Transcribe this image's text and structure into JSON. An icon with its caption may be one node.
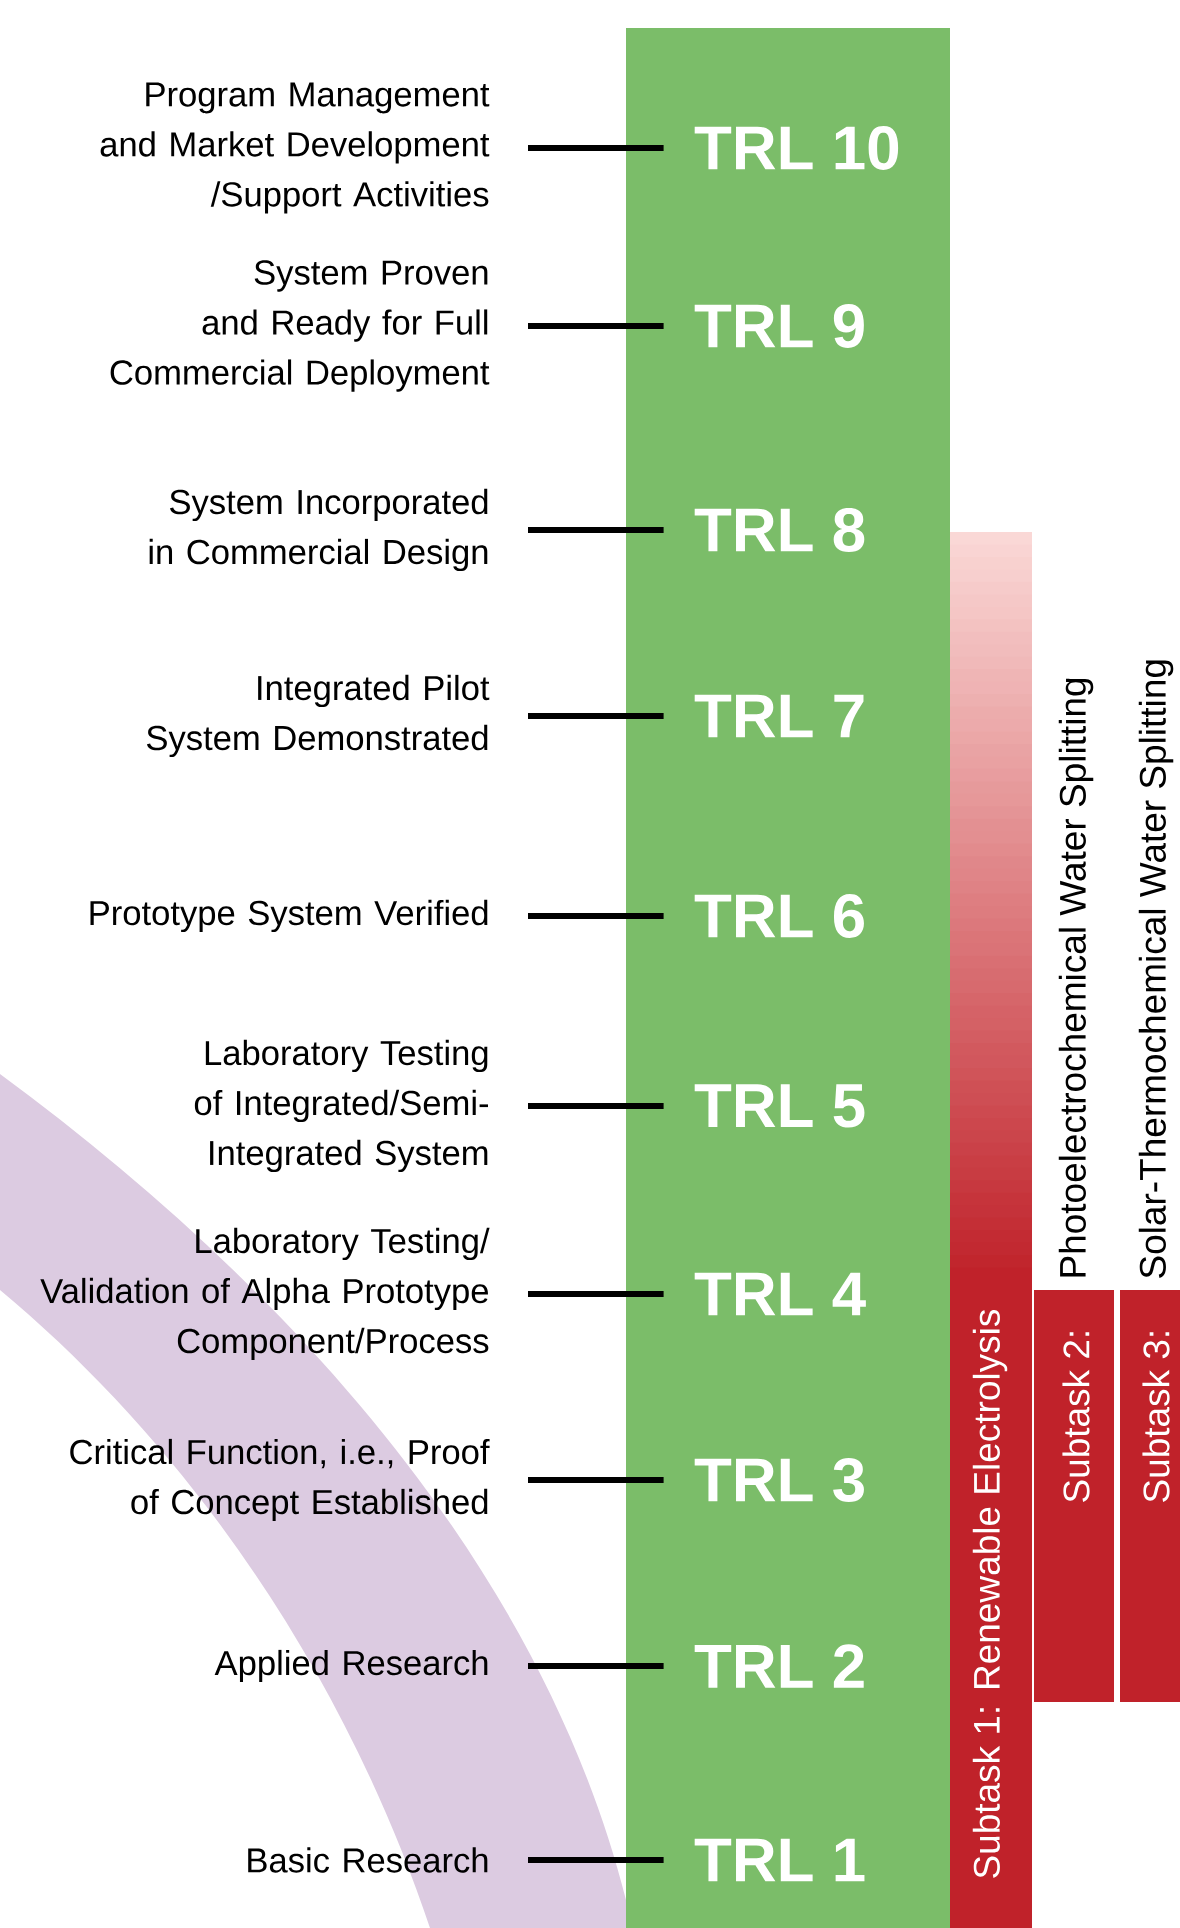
{
  "diagram": {
    "nodes": [
      {
        "text": [],
        "shape": "bar"
      },
      {
        "text": [
          "Program Management and Market Development /Support Activities"
        ]
      },
      {
        "text": [
          "TRL 10"
        ],
        "in": 0
      },
      {
        "text": [
          "System Proven and Ready for Full Commercial Deployment"
        ]
      },
      {
        "text": [
          "TRL 9"
        ],
        "in": 0
      },
      {
        "text": [
          "System Incorporated in Commercial Design"
        ]
      },
      {
        "text": [
          "TRL 8"
        ],
        "in": 0
      },
      {
        "text": [
          "Integrated Pilot System Demonstrated"
        ]
      },
      {
        "text": [
          "TRL 7"
        ],
        "in": 0
      },
      {
        "text": [
          "Prototype System Verified"
        ]
      },
      {
        "text": [
          "TRL 6"
        ],
        "in": 0
      },
      {
        "text": [
          "Laboratory Testing of Integrated/Semi-Integrated System"
        ]
      },
      {
        "text": [
          "TRL 5"
        ],
        "in": 0
      },
      {
        "text": [
          "Laboratory Testing/ Validation of Alpha Prototype Component/Process"
        ]
      },
      {
        "text": [
          "TRL 4"
        ],
        "in": 0
      },
      {
        "text": [
          "Critical Function, i.e., Proof of Concept Established"
        ]
      },
      {
        "text": [
          "TRL 3"
        ],
        "in": 0
      },
      {
        "text": [
          "Applied Research"
        ]
      },
      {
        "text": [
          "TRL 2"
        ],
        "in": 0
      },
      {
        "text": [
          "Basic Research"
        ]
      },
      {
        "text": [
          "TRL 1"
        ],
        "in": 0
      },
      {
        "text": [
          "Subtask 1: Renewable Electrolysis"
        ]
      },
      {
        "text": [
          "Subtask 2:",
          "Photoelectrochemical Water Splitting"
        ]
      },
      {
        "text": [
          "Subtask 3:",
          "Solar-Thermochemical Water Splitting"
        ]
      }
    ],
    "edges": [
      {
        "from": 1,
        "to": 2,
        "arrow": "none"
      },
      {
        "from": 3,
        "to": 4,
        "arrow": "none"
      },
      {
        "from": 5,
        "to": 6,
        "arrow": "none"
      },
      {
        "from": 7,
        "to": 8,
        "arrow": "none"
      },
      {
        "from": 9,
        "to": 10,
        "arrow": "none"
      },
      {
        "from": 11,
        "to": 12,
        "arrow": "none"
      },
      {
        "from": 13,
        "to": 14,
        "arrow": "none"
      },
      {
        "from": 15,
        "to": 16,
        "arrow": "none"
      },
      {
        "from": 17,
        "to": 18,
        "arrow": "none"
      },
      {
        "from": 19,
        "to": 20,
        "arrow": "none"
      }
    ]
  }
}
